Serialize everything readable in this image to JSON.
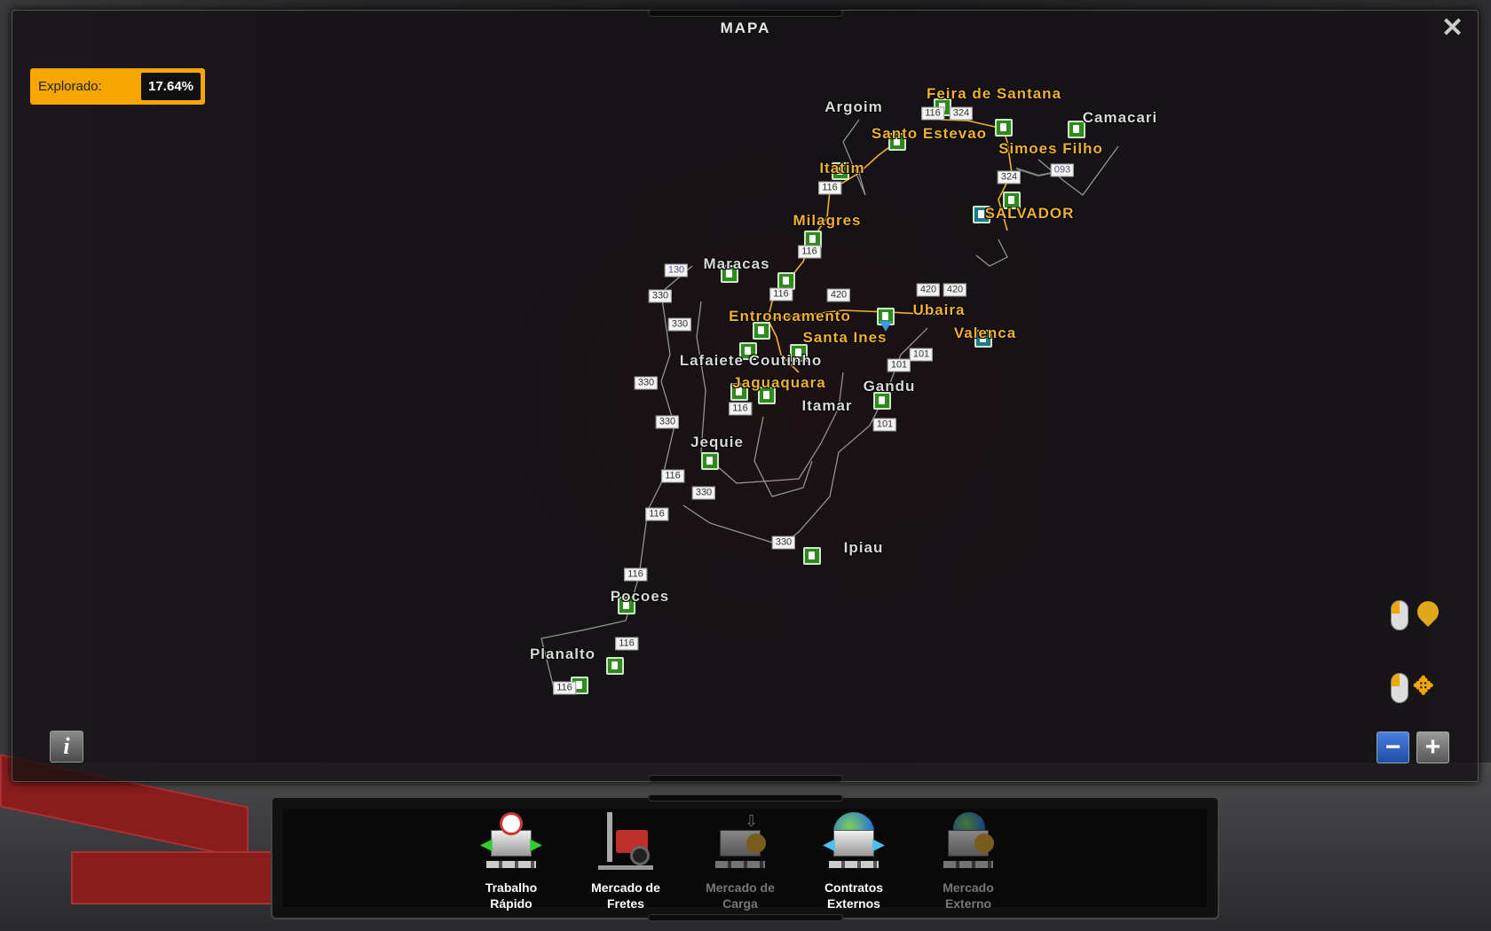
{
  "window": {
    "title": "MAPA",
    "close_icon": "close-icon"
  },
  "explored": {
    "label": "Explorado:",
    "value": "17.64%"
  },
  "map": {
    "cities": [
      {
        "name": "Feira de Santana",
        "style": "orange"
      },
      {
        "name": "Argoim",
        "style": "white"
      },
      {
        "name": "Camacari",
        "style": "white"
      },
      {
        "name": "Santo Estevao",
        "style": "orange"
      },
      {
        "name": "Simoes Filho",
        "style": "orange"
      },
      {
        "name": "Itatim",
        "style": "orange"
      },
      {
        "name": "SALVADOR",
        "style": "orange"
      },
      {
        "name": "Milagres",
        "style": "orange"
      },
      {
        "name": "Maracas",
        "style": "white"
      },
      {
        "name": "Entroncamento",
        "style": "orange"
      },
      {
        "name": "Ubaira",
        "style": "orange"
      },
      {
        "name": "Santa Ines",
        "style": "orange"
      },
      {
        "name": "Valenca",
        "style": "orange"
      },
      {
        "name": "Lafaiete Coutinho",
        "style": "white"
      },
      {
        "name": "Jaguaquara",
        "style": "orange"
      },
      {
        "name": "Itamar",
        "style": "white"
      },
      {
        "name": "Gandu",
        "style": "white"
      },
      {
        "name": "Jequie",
        "style": "white"
      },
      {
        "name": "Ipiau",
        "style": "white"
      },
      {
        "name": "Pocoes",
        "style": "white"
      },
      {
        "name": "Planalto",
        "style": "white"
      }
    ],
    "shields": [
      "116",
      "324",
      "324",
      "093",
      "116",
      "116",
      "130",
      "330",
      "116",
      "330",
      "420",
      "420",
      "420",
      "101",
      "330",
      "101",
      "116",
      "330",
      "101",
      "116",
      "330",
      "116",
      "330",
      "116",
      "116",
      "116"
    ]
  },
  "controls": {
    "info_label": "i",
    "zoom_out": "−",
    "zoom_in": "+"
  },
  "colors": {
    "accent": "#f7a600",
    "road_active": "#f2b030",
    "fuel": "#2f8a1e"
  },
  "bottom_bar": [
    {
      "label1": "Trabalho",
      "label2": "Rápido",
      "enabled": true
    },
    {
      "label1": "Mercado de",
      "label2": "Fretes",
      "enabled": true
    },
    {
      "label1": "Mercado de",
      "label2": "Carga",
      "enabled": false
    },
    {
      "label1": "Contratos",
      "label2": "Externos",
      "enabled": true
    },
    {
      "label1": "Mercado",
      "label2": "Externo",
      "enabled": false
    }
  ]
}
